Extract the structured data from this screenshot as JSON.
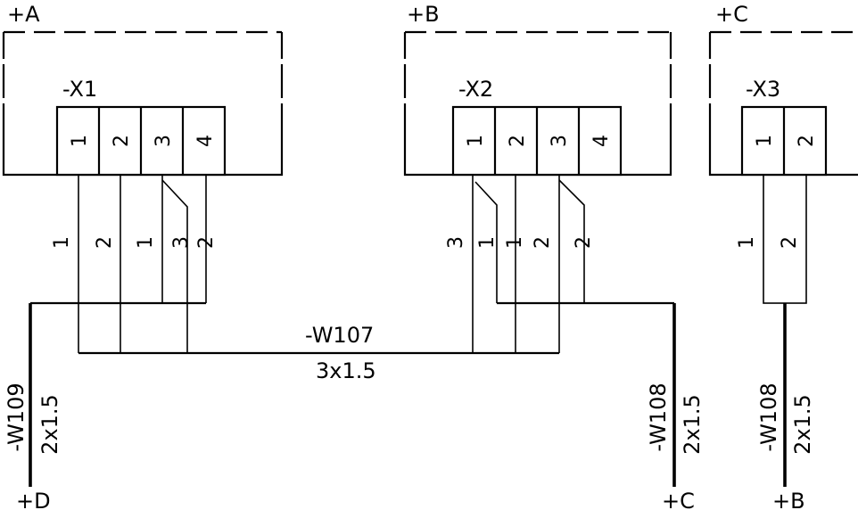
{
  "locations": {
    "a": "+A",
    "b": "+B",
    "c": "+C"
  },
  "terminals": {
    "x1": {
      "label": "-X1",
      "pins": [
        "1",
        "2",
        "3",
        "4"
      ]
    },
    "x2": {
      "label": "-X2",
      "pins": [
        "1",
        "2",
        "3",
        "4"
      ]
    },
    "x3": {
      "label": "-X3",
      "pins": [
        "1",
        "2"
      ]
    }
  },
  "conductors": {
    "x1_group": [
      "1",
      "2",
      "1",
      "3",
      "2"
    ],
    "x2_group": [
      "3",
      "1",
      "1",
      "2",
      "2"
    ],
    "x3_group": [
      "1",
      "2"
    ]
  },
  "cables": {
    "w107": {
      "name": "-W107",
      "spec": "3x1.5"
    },
    "w109": {
      "name": "-W109",
      "spec": "2x1.5",
      "destination": "+D"
    },
    "w108_left": {
      "name": "-W108",
      "spec": "2x1.5",
      "destination": "+C"
    },
    "w108_right": {
      "name": "-W108",
      "spec": "2x1.5",
      "destination": "+B"
    }
  }
}
